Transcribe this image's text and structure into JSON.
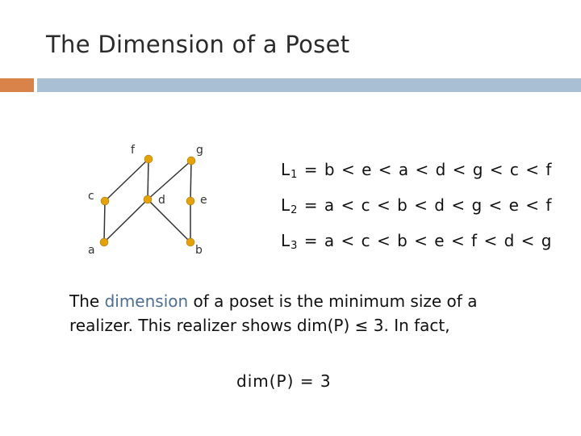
{
  "slide": {
    "title": "The Dimension of a Poset"
  },
  "accent_colors": {
    "orange": "#d9824a",
    "blue": "#a9bfd3",
    "node": "#e8a200",
    "keyword": "#4e6f94"
  },
  "poset": {
    "nodes": [
      "f",
      "g",
      "c",
      "d",
      "e",
      "a",
      "b"
    ],
    "covers": [
      [
        "a",
        "c"
      ],
      [
        "a",
        "d"
      ],
      [
        "b",
        "d"
      ],
      [
        "b",
        "e"
      ],
      [
        "c",
        "f"
      ],
      [
        "d",
        "f"
      ],
      [
        "e",
        "g"
      ],
      [
        "d",
        "g"
      ]
    ]
  },
  "linear_extensions": [
    {
      "name": "L",
      "sub": "1",
      "order": "= b < e < a < d < g < c < f"
    },
    {
      "name": "L",
      "sub": "2",
      "order": "= a < c < b < d < g < e < f"
    },
    {
      "name": "L",
      "sub": "3",
      "order": "= a < c < b < e < f < d < g"
    }
  ],
  "text": {
    "lead": "The ",
    "keyword": "dimension",
    "rest": " of a poset is the minimum size of a realizer.  This realizer shows  dim(P)  ≤  3.  In fact,"
  },
  "equation": "dim(P)  =  3"
}
